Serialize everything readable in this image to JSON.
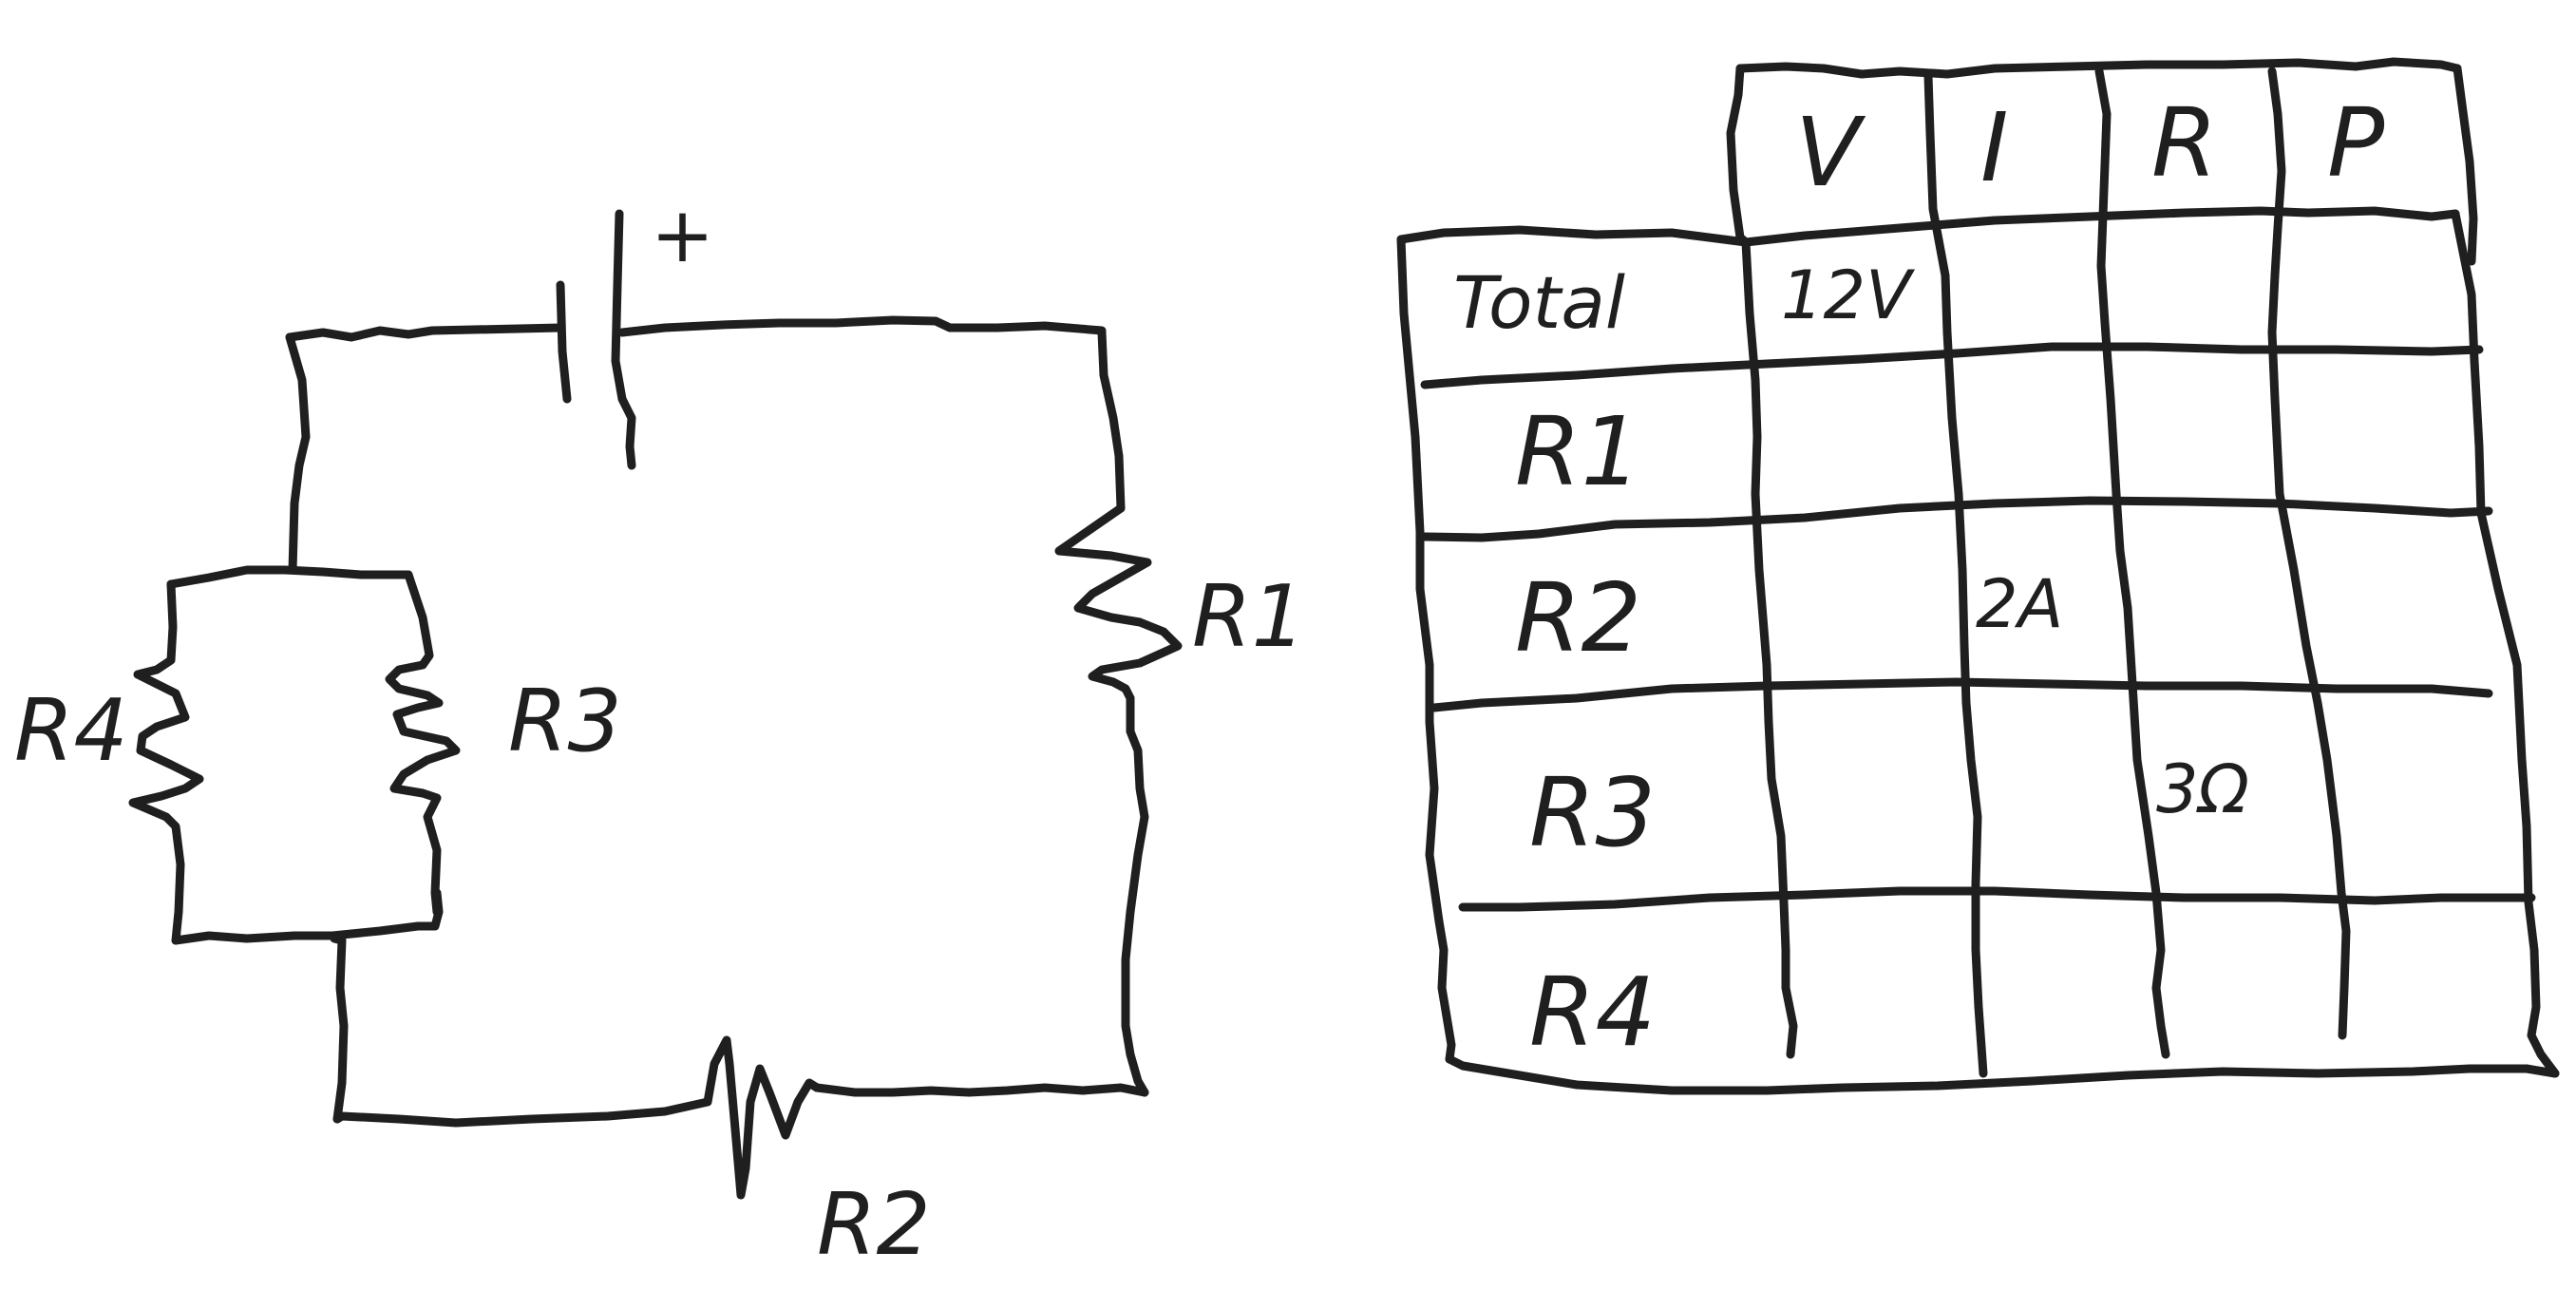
{
  "circuit": {
    "battery_plus": "+",
    "labels": {
      "r1": "R1",
      "r2": "R2",
      "r3": "R3",
      "r4": "R4"
    }
  },
  "table": {
    "headers": [
      "V",
      "I",
      "R",
      "P"
    ],
    "rows": [
      {
        "label": "Total",
        "cells": [
          "12V",
          "",
          "",
          ""
        ]
      },
      {
        "label": "R1",
        "cells": [
          "",
          "",
          "",
          ""
        ]
      },
      {
        "label": "R2",
        "cells": [
          "",
          "2A",
          "",
          ""
        ]
      },
      {
        "label": "R3",
        "cells": [
          "",
          "",
          "3Ω",
          ""
        ]
      },
      {
        "label": "R4",
        "cells": [
          "",
          "",
          "",
          ""
        ]
      }
    ]
  },
  "colors": {
    "ink": "#1f1f1f",
    "paper": "#ffffff"
  }
}
